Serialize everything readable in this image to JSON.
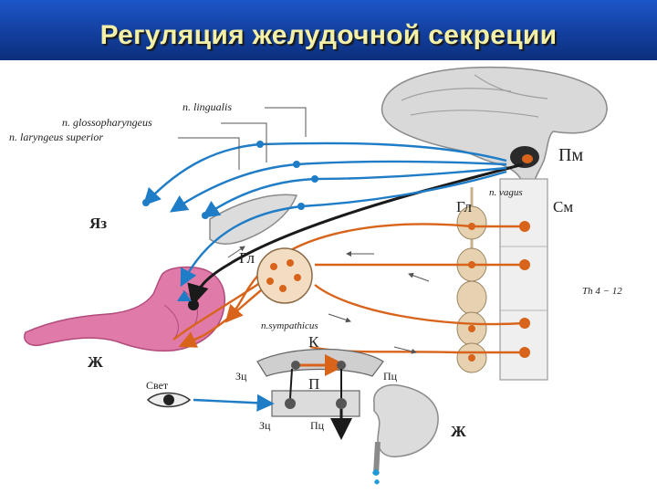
{
  "title": "Регуляция желудочной секреции",
  "labels": {
    "lingualis": "n. lingualis",
    "glossopharyngeus": "n. glossopharyngeus",
    "laryngeus": "n. laryngeus superior",
    "pm": "Пм",
    "vagus": "n. vagus",
    "gl_top": "Гл",
    "sm": "См",
    "yaz": "Яз",
    "gl_mid": "Гл",
    "sympathicus": "n.sympathicus",
    "k": "К",
    "p": "П",
    "zc_top": "Зц",
    "pc_top": "Пц",
    "zc_bot": "Зц",
    "pc_bot": "Пц",
    "svet": "Свет",
    "zh_left": "Ж",
    "zh_right": "Ж",
    "th": "Th 4 − 12"
  },
  "colors": {
    "header": "#123f9e",
    "title": "#f3f0a8",
    "afferent": "#1f7cc6",
    "efferent": "#d8641c",
    "central": "#1a1a1a",
    "stomach": "#e07aa8"
  }
}
